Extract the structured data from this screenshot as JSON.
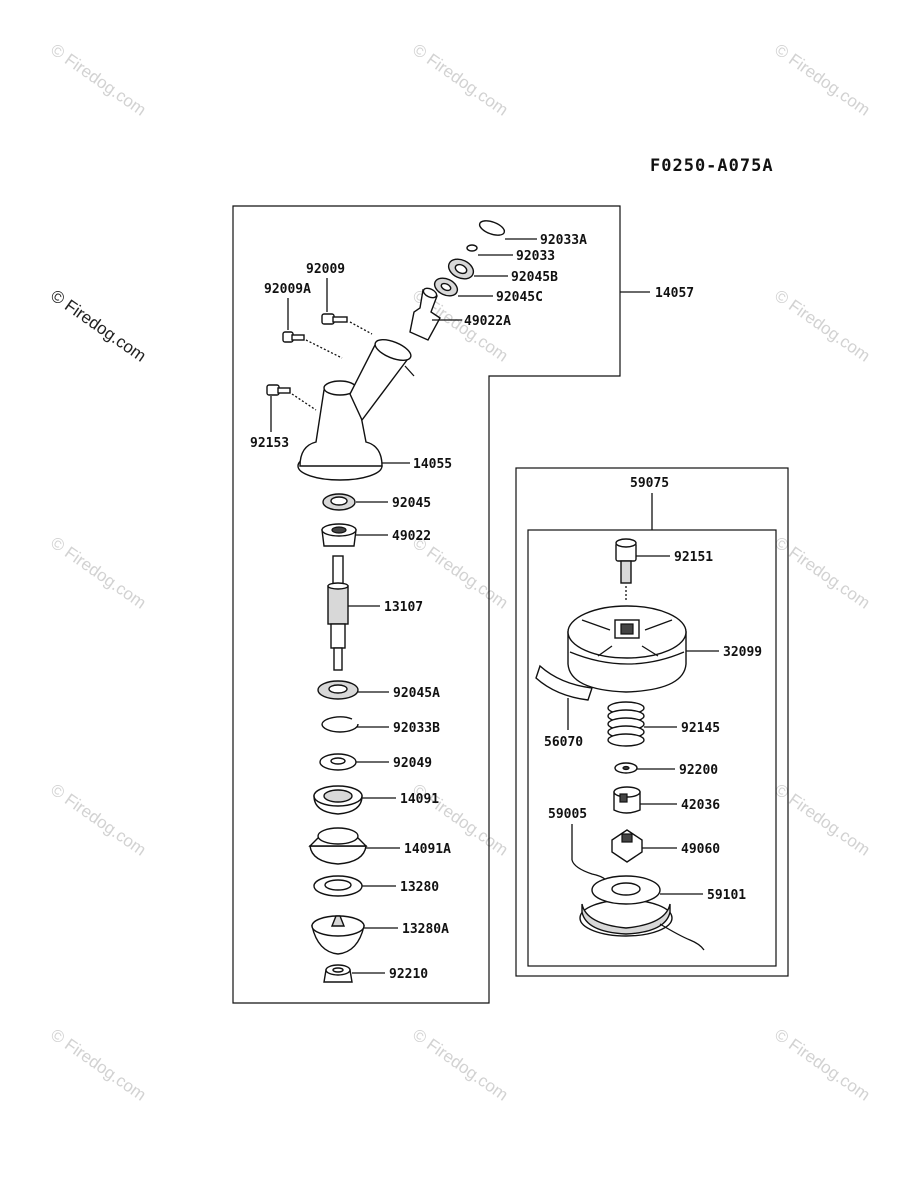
{
  "diagram_code": "F0250-A075A",
  "watermark_text": "© Firedog.com",
  "labels": {
    "p92033A": "92033A",
    "p92033": "92033",
    "p92045B": "92045B",
    "p92045C": "92045C",
    "p49022A": "49022A",
    "p14057": "14057",
    "p92009": "92009",
    "p92009A": "92009A",
    "p92153": "92153",
    "p14055": "14055",
    "p92045": "92045",
    "p49022": "49022",
    "p13107": "13107",
    "p92045A": "92045A",
    "p92033B": "92033B",
    "p92049": "92049",
    "p14091": "14091",
    "p14091A": "14091A",
    "p13280": "13280",
    "p13280A": "13280A",
    "p92210": "92210",
    "p59075": "59075",
    "p92151": "92151",
    "p32099": "32099",
    "p56070": "56070",
    "p92145": "92145",
    "p92200": "92200",
    "p59005": "59005",
    "p42036": "42036",
    "p49060": "49060",
    "p59101": "59101"
  }
}
